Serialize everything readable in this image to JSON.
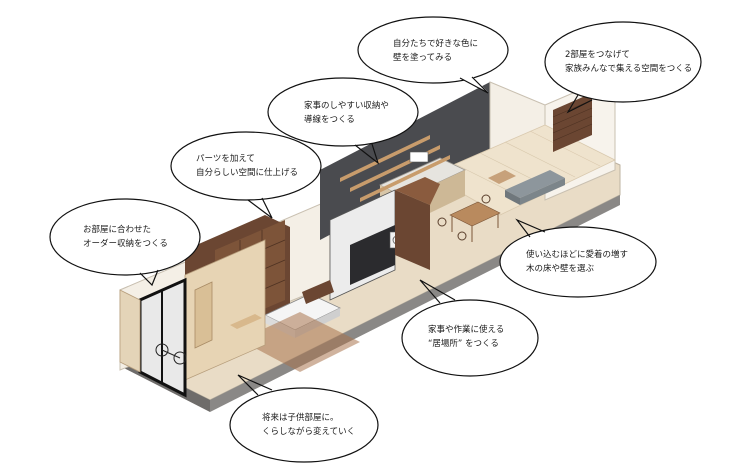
{
  "callouts": [
    {
      "id": "wall-color",
      "lines": [
        "自分たちで好きな色に",
        "壁を塗ってみる"
      ]
    },
    {
      "id": "two-rooms",
      "lines": [
        "2部屋をつなげて",
        "家族みんなで集える空間をつくる"
      ]
    },
    {
      "id": "housework-storage",
      "lines": [
        "家事のしやすい収納や",
        "導線をつくる"
      ]
    },
    {
      "id": "parts",
      "lines": [
        "パーツを加えて",
        "自分らしい空間に仕上げる"
      ]
    },
    {
      "id": "order-storage",
      "lines": [
        "お部屋に合わせた",
        "オーダー収納をつくる"
      ]
    },
    {
      "id": "wood-floor",
      "lines": [
        "使い込むほどに愛着の増す",
        "木の床や壁を選ぶ"
      ]
    },
    {
      "id": "ibasho",
      "lines": [
        "家事や作業に使える",
        "“居場所” をつくる"
      ]
    },
    {
      "id": "kids-room",
      "lines": [
        "将来は子供部屋に。",
        "くらしながら変えていく"
      ]
    }
  ],
  "colors": {
    "accent_wall": "#4a4b4f",
    "wood_dark": "#6b4632",
    "wood_light": "#d9c3a0",
    "floor": "#e9dcc6",
    "wall_light": "#f4efe6",
    "outline": "#222222"
  }
}
